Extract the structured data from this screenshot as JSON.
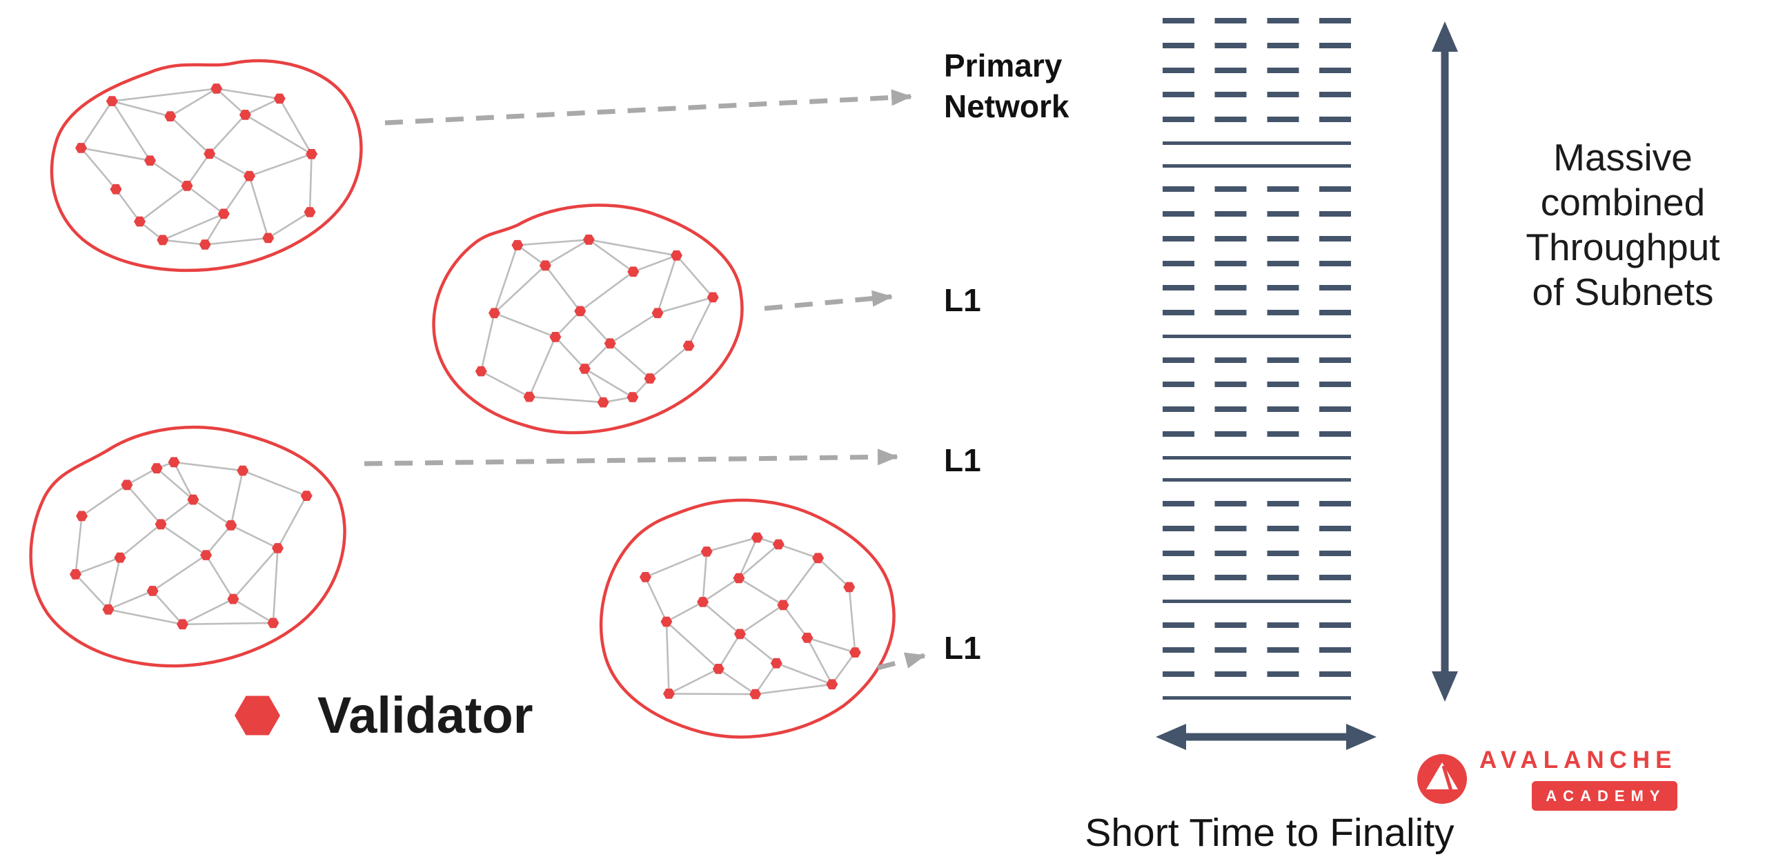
{
  "labels": {
    "primary_network": "Primary\nNetwork",
    "l1": [
      "L1",
      "L1",
      "L1"
    ]
  },
  "legend": {
    "validator_label": "Validator"
  },
  "right_panel": {
    "throughput_label": "Massive\ncombined\nThroughput\nof Subnets",
    "finality_label": "Short Time to Finality",
    "pattern": [
      "dashed",
      "dashed",
      "dashed",
      "dashed",
      "dashed",
      "solid",
      "solid",
      "dashed",
      "dashed",
      "dashed",
      "dashed",
      "dashed",
      "dashed",
      "solid",
      "dashed",
      "dashed",
      "dashed",
      "dashed",
      "solid",
      "solid",
      "dashed",
      "dashed",
      "dashed",
      "dashed",
      "solid",
      "dashed",
      "dashed",
      "dashed",
      "solid"
    ]
  },
  "brand": {
    "name": "AVALANCHE",
    "badge": "ACADEMY"
  },
  "colors": {
    "red": "#E84142",
    "edge": "#BDBDBD",
    "arrow": "#A9A9A9",
    "slate": "#44546A",
    "text": "#111111"
  }
}
